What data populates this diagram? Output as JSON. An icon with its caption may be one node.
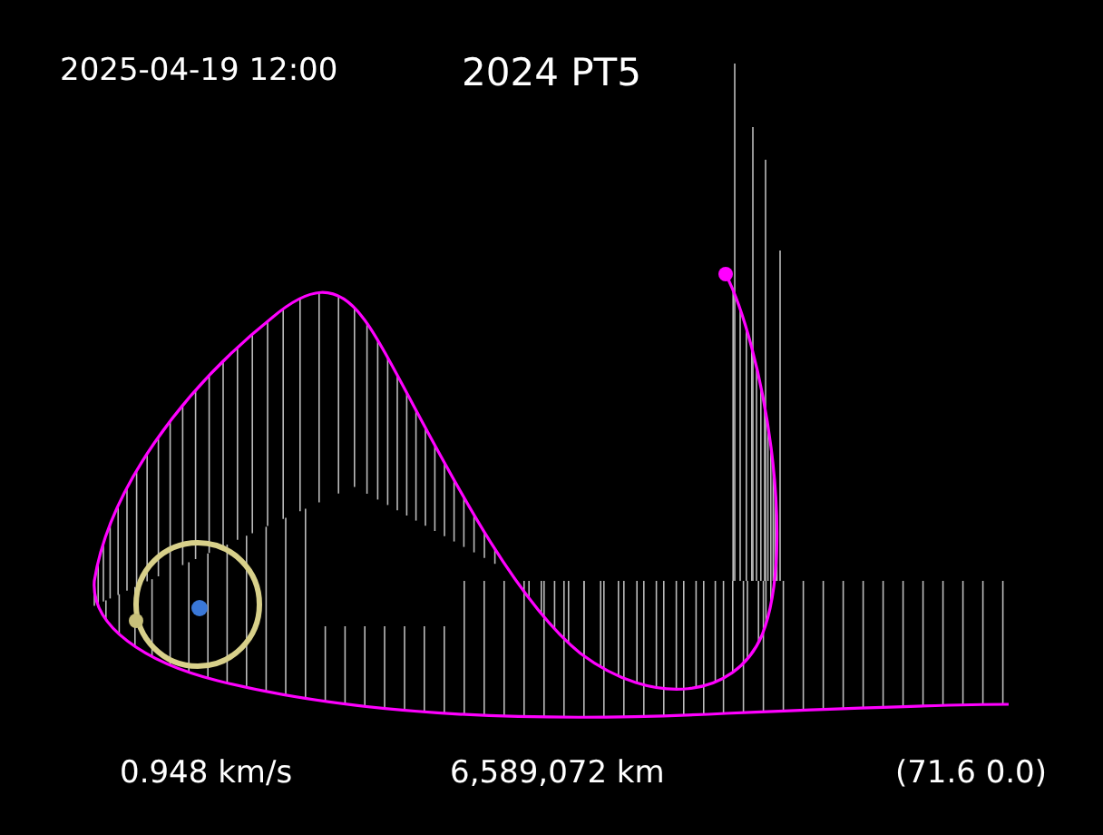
{
  "diagram": {
    "title": "2024 PT5",
    "labels": [
      "2025-04-19 12:00",
      "0.948 km/s",
      "6,589,072 km",
      "(71.6 0.0)"
    ]
  }
}
